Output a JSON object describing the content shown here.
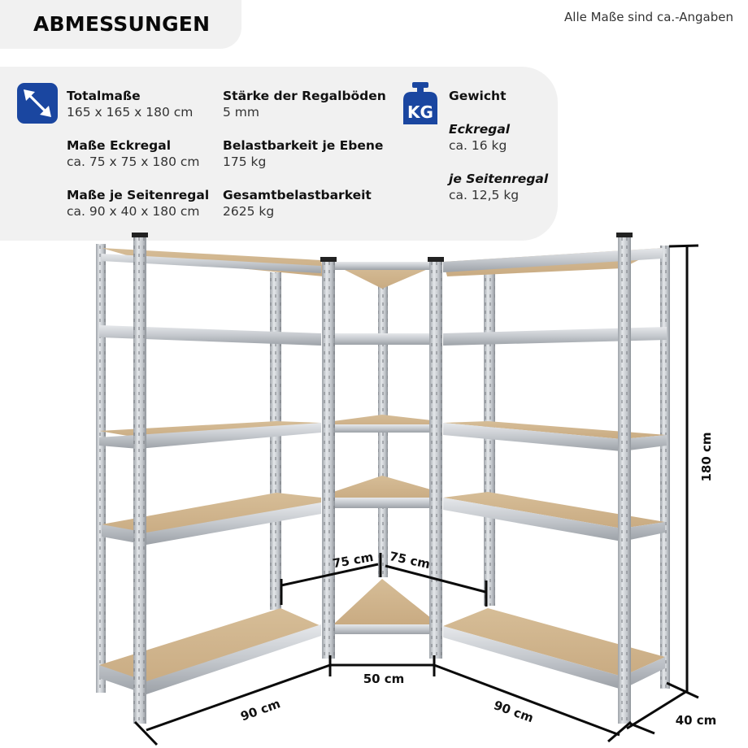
{
  "header": {
    "title": "ABMESSUNGEN",
    "note": "Alle Maße sind ca.-Angaben"
  },
  "colors": {
    "accent_blue": "#1a46a0",
    "panel_bg": "#f1f1f1",
    "metal": "#c8ccd1",
    "wood": "#d9bf98"
  },
  "specs": {
    "dimensions_icon": "diagonal-resize-arrow-icon",
    "weight_icon": "kg-weight-icon",
    "column1": [
      {
        "label": "Totalmaße",
        "value": "165 x 165 x 180 cm"
      },
      {
        "label": "Maße Eckregal",
        "value": "ca. 75 x 75 x 180 cm"
      },
      {
        "label": "Maße je Seitenregal",
        "value": "ca. 90 x 40 x 180 cm"
      }
    ],
    "column2": [
      {
        "label": "Stärke der Regalböden",
        "value": "5 mm"
      },
      {
        "label": "Belastbarkeit je Ebene",
        "value": "175 kg"
      },
      {
        "label": "Gesamtbelastbarkeit",
        "value": "2625 kg"
      }
    ],
    "weight": {
      "title": "Gewicht",
      "icon_text": "KG",
      "items": [
        {
          "label": "Eckregal",
          "value": "ca. 16 kg"
        },
        {
          "label": "je Seitenregal",
          "value": "ca. 12,5 kg"
        }
      ]
    }
  },
  "dimensions": {
    "corner_left": "75 cm",
    "corner_right": "75 cm",
    "corner_front": "50 cm",
    "side_left_width": "90 cm",
    "side_right_width": "90 cm",
    "depth": "40 cm",
    "height": "180 cm"
  }
}
